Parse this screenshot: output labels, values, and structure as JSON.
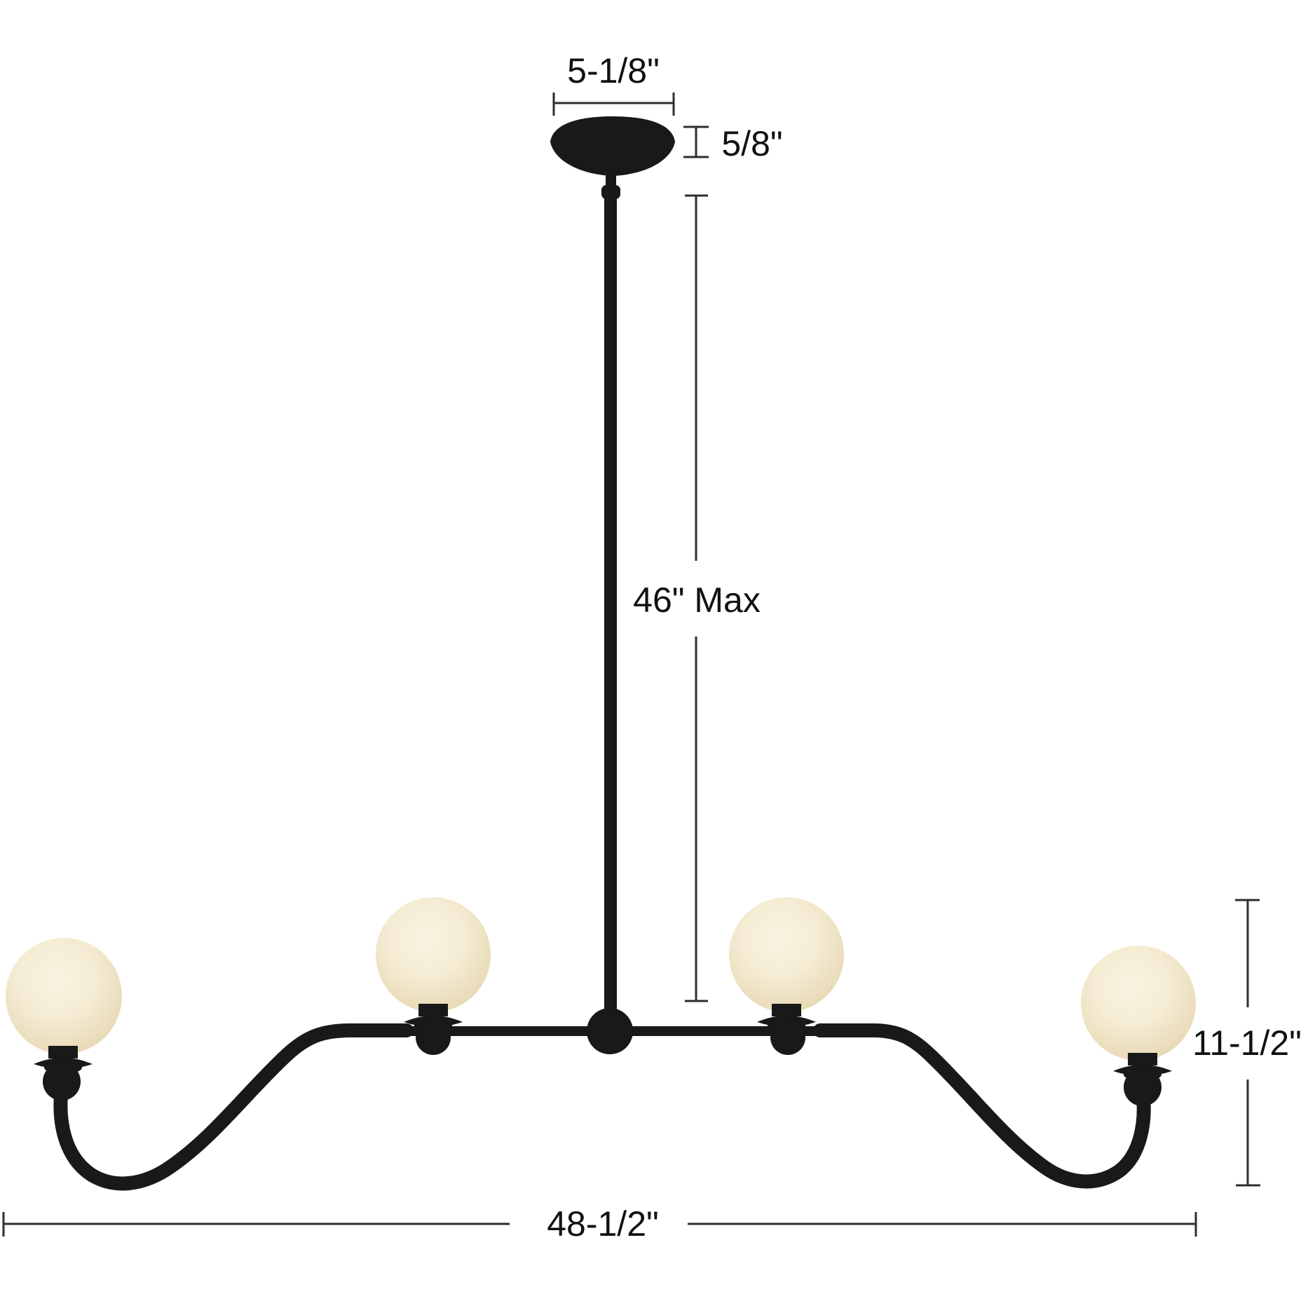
{
  "diagram": {
    "type": "product-dimension-diagram",
    "subject": "4-globe linear chandelier with ceiling canopy and down rod",
    "fixture": {
      "globe_count": 4
    },
    "colors": {
      "background": "#ffffff",
      "metal": "#191919",
      "dimension_line": "#2e2e2e",
      "text": "#111111",
      "globe_center": "#faf3e1",
      "globe_mid": "#f5ecd4",
      "globe_edge": "#e8d9b5"
    },
    "dimensions": {
      "canopy_width": {
        "label": "5-1/8\""
      },
      "canopy_height": {
        "label": "5/8\""
      },
      "rod_drop": {
        "label": "46\" Max"
      },
      "fixture_height": {
        "label": "11-1/2\""
      },
      "fixture_width": {
        "label": "48-1/2\""
      }
    }
  }
}
